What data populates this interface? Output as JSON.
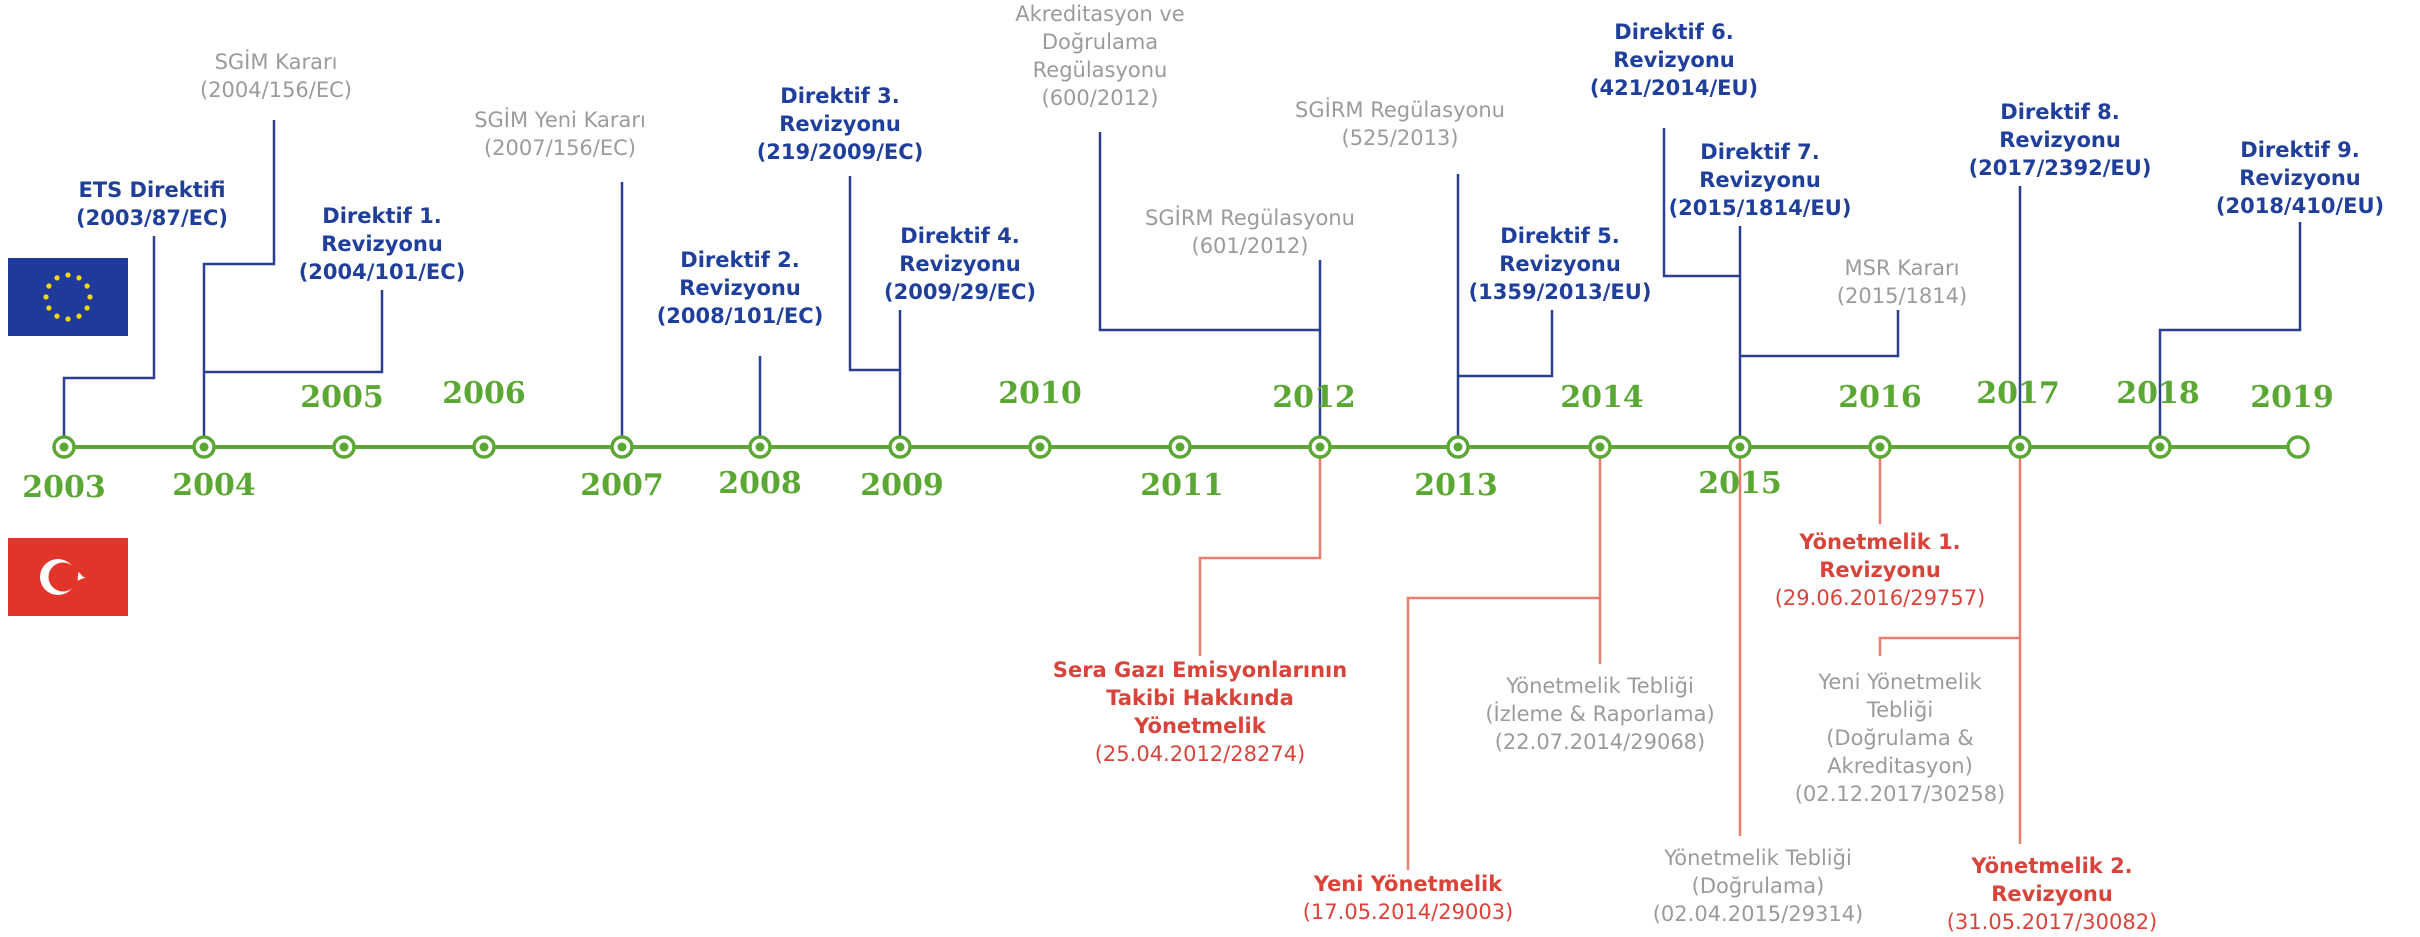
{
  "eu_flag": {
    "color": "#1f3a9a",
    "star_color": "#f5d90a",
    "icon": "eu-flag"
  },
  "tr_flag": {
    "color": "#e3342a",
    "symbol_color": "#ffffff",
    "icon": "turkey-flag"
  },
  "colors": {
    "timeline": "#5aa833",
    "eu_line": "#2a3f8f",
    "tr_line": "#e87d6f",
    "eu_text": "#1f3f9a",
    "grey_text": "#9b9b9b",
    "red_text": "#d9433a"
  },
  "years": [
    "2003",
    "2004",
    "2005",
    "2006",
    "2007",
    "2008",
    "2009",
    "2010",
    "2011",
    "2012",
    "2013",
    "2014",
    "2015",
    "2016",
    "2017",
    "2018",
    "2019"
  ],
  "eu_events": [
    {
      "lines": [
        "ETS Direktifi",
        "(2003/87/EC)"
      ]
    },
    {
      "lines": [
        "SGİM Kararı",
        "(2004/156/EC)"
      ]
    },
    {
      "lines": [
        "Direktif 1.",
        "Revizyonu",
        "(2004/101/EC)"
      ]
    },
    {
      "lines": [
        "SGİM Yeni Kararı",
        "(2007/156/EC)"
      ]
    },
    {
      "lines": [
        "Direktif 2.",
        "Revizyonu",
        "(2008/101/EC)"
      ]
    },
    {
      "lines": [
        "Direktif 3.",
        "Revizyonu",
        "(219/2009/EC)"
      ]
    },
    {
      "lines": [
        "Direktif 4.",
        "Revizyonu",
        "(2009/29/EC)"
      ]
    },
    {
      "lines": [
        "Akreditasyon ve",
        "Doğrulama",
        "Regülasyonu",
        "(600/2012)"
      ]
    },
    {
      "lines": [
        "SGİRM Regülasyonu",
        "(601/2012)"
      ]
    },
    {
      "lines": [
        "SGİRM Regülasyonu",
        "(525/2013)"
      ]
    },
    {
      "lines": [
        "Direktif 5.",
        "Revizyonu",
        "(1359/2013/EU)"
      ]
    },
    {
      "lines": [
        "Direktif 6.",
        "Revizyonu",
        "(421/2014/EU)"
      ]
    },
    {
      "lines": [
        "Direktif 7.",
        "Revizyonu",
        "(2015/1814/EU)"
      ]
    },
    {
      "lines": [
        "MSR Kararı",
        "(2015/1814)"
      ]
    },
    {
      "lines": [
        "Direktif 8.",
        "Revizyonu",
        "(2017/2392/EU)"
      ]
    },
    {
      "lines": [
        "Direktif 9.",
        "Revizyonu",
        "(2018/410/EU)"
      ]
    }
  ],
  "tr_events": [
    {
      "lines": [
        "Sera Gazı Emisyonlarının",
        "Takibi Hakkında",
        "Yönetmelik",
        "(25.04.2012/28274)"
      ]
    },
    {
      "lines": [
        "Yeni Yönetmelik",
        "(17.05.2014/29003)"
      ]
    },
    {
      "lines": [
        "Yönetmelik Tebliği",
        "(İzleme & Raporlama)",
        "(22.07.2014/29068)"
      ]
    },
    {
      "lines": [
        "Yönetmelik Tebliği",
        "(Doğrulama)",
        "(02.04.2015/29314)"
      ]
    },
    {
      "lines": [
        "Yönetmelik 1.",
        "Revizyonu",
        "(29.06.2016/29757)"
      ]
    },
    {
      "lines": [
        "Yeni Yönetmelik",
        "Tebliği",
        "(Doğrulama &",
        "Akreditasyon)",
        "(02.12.2017/30258)"
      ]
    },
    {
      "lines": [
        "Yönetmelik 2.",
        "Revizyonu",
        "(31.05.2017/30082)"
      ]
    }
  ]
}
